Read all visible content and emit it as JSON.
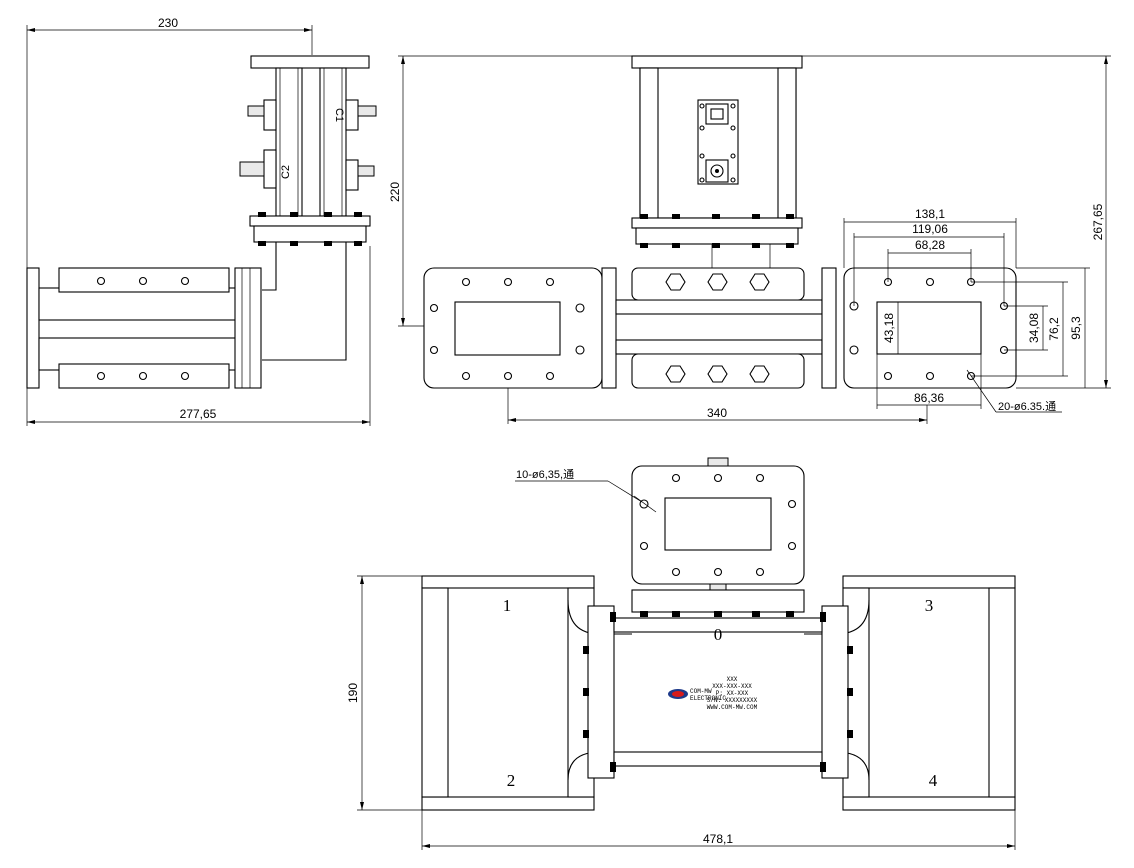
{
  "dimensions": {
    "side_width_top": "230",
    "side_width_bottom": "277,65",
    "height_220": "220",
    "total_height": "267,65",
    "width_340": "340",
    "flange_138": "138,1",
    "flange_119": "119,06",
    "flange_68": "68,28",
    "aperture_43": "43,18",
    "aperture_86": "86,36",
    "hole_34": "34,08",
    "hole_76": "76,2",
    "flange_95": "95,3",
    "front_190": "190",
    "front_478": "478,1"
  },
  "annotations": {
    "holes_20": "20-ø6.35.通",
    "holes_10": "10-ø6,35,通"
  },
  "port_labels": {
    "p0": "0",
    "p1": "1",
    "p2": "2",
    "p3": "3",
    "p4": "4",
    "c1": "C1",
    "c2": "C2"
  },
  "nameplate": {
    "line1": "XXX",
    "line2": "XXX-XXX-XXX",
    "line3": "P: XX-XXX",
    "line4": "S/N: XXXXXXXXX",
    "line5": "WWW.COM-MW.COM",
    "logo_text": "COM-MW",
    "logo_sub": "ELECTRONIC"
  },
  "colors": {
    "line": "#000000",
    "background": "#ffffff"
  }
}
